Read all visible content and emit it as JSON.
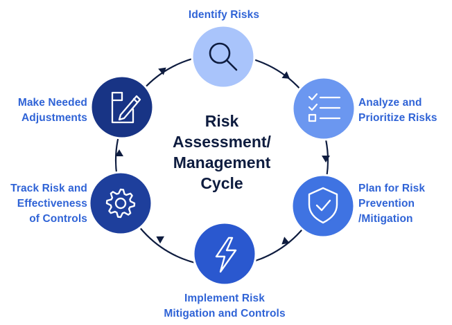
{
  "diagram": {
    "center_title": "Risk\nAssessment/\nManagement\nCycle",
    "steps": [
      {
        "label": "Identify Risks",
        "icon": "magnifier-icon",
        "color": "#a9c4fb"
      },
      {
        "label": "Analyze and\nPrioritize Risks",
        "icon": "checklist-icon",
        "color": "#6b97f0"
      },
      {
        "label": "Plan for Risk\nPrevention\n/Mitigation",
        "icon": "shield-check-icon",
        "color": "#3f73e2"
      },
      {
        "label": "Implement Risk\nMitigation and Controls",
        "icon": "lightning-icon",
        "color": "#2a58cf"
      },
      {
        "label": "Track Risk and\nEffectiveness\nof Controls",
        "icon": "gear-icon",
        "color": "#1e3f9c"
      },
      {
        "label": "Make Needed\nAdjustments",
        "icon": "edit-document-icon",
        "color": "#183485"
      }
    ],
    "colors": {
      "label_text": "#2f63d6",
      "center_text": "#0e1c3f",
      "cycle_line": "#0e1c3f",
      "icon_stroke_light": "#0e1c3f",
      "icon_stroke_dark": "#ffffff"
    }
  }
}
